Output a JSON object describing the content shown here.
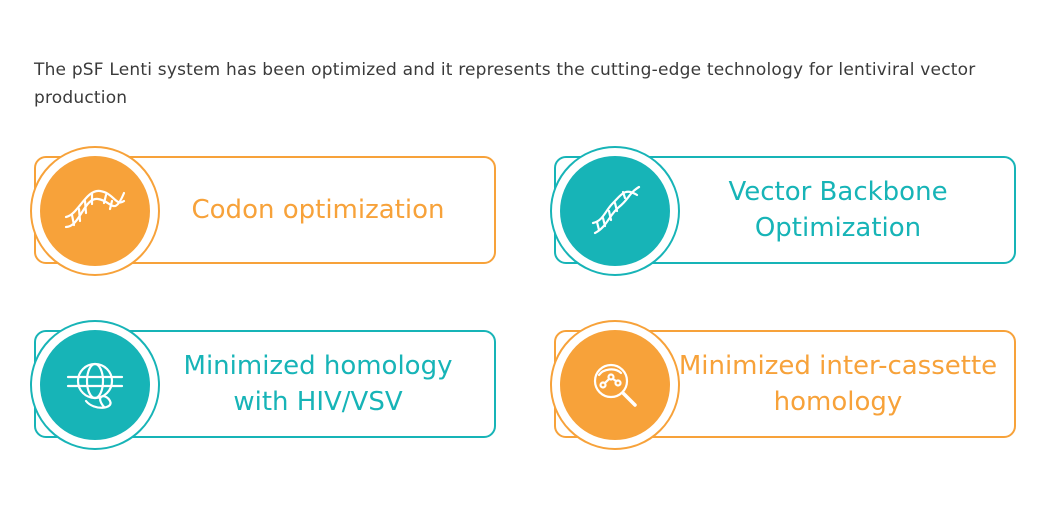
{
  "intro_text": "The pSF Lenti system has been optimized and it represents the cutting-edge technology for lentiviral vector production",
  "colors": {
    "orange": "#f7a23a",
    "teal": "#17b4b7"
  },
  "cards": [
    {
      "label": "Codon optimization",
      "icon": "dna-icon",
      "color": "orange"
    },
    {
      "label": "Vector Backbone Optimization",
      "icon": "dna-strand-icon",
      "color": "teal"
    },
    {
      "label": "Minimized homology with HIV/VSV",
      "icon": "globe-spiral-icon",
      "color": "teal"
    },
    {
      "label": "Minimized inter-cassette homology",
      "icon": "magnifier-network-icon",
      "color": "orange"
    }
  ]
}
